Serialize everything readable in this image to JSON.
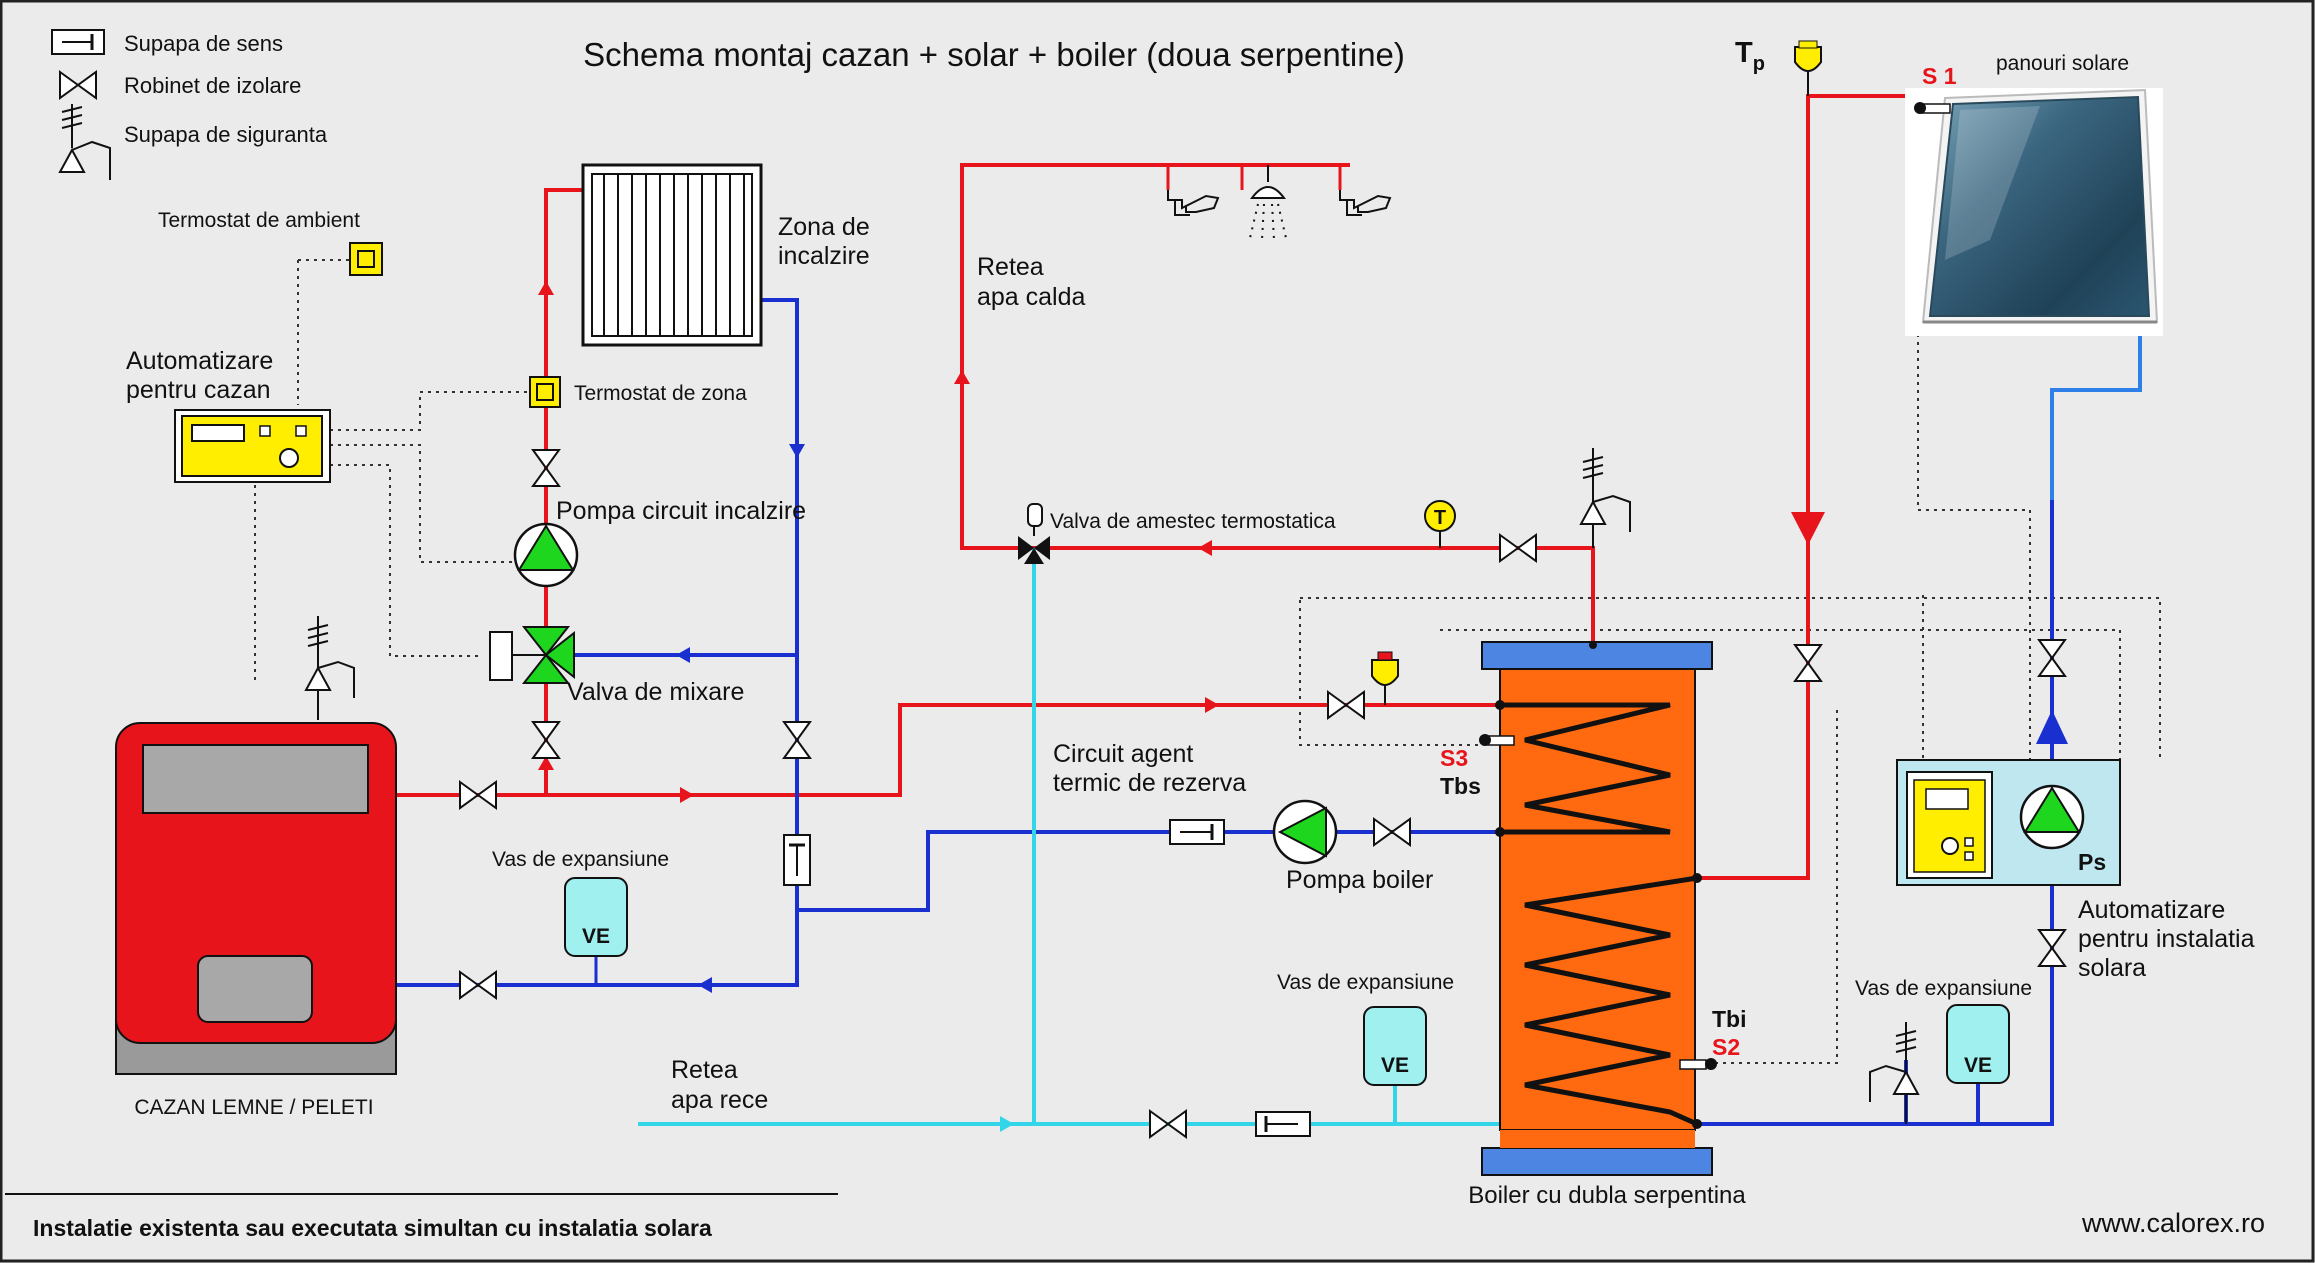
{
  "title": "Schema montaj cazan + solar + boiler (doua serpentine)",
  "legend": {
    "check_valve": "Supapa de sens",
    "isolation_valve": "Robinet de izolare",
    "safety_valve": "Supapa de siguranta"
  },
  "labels": {
    "room_thermostat": "Termostat de ambient",
    "boiler_automation_1": "Automatizare",
    "boiler_automation_2": "pentru cazan",
    "zone_thermostat": "Termostat de zona",
    "heating_zone_1": "Zona de",
    "heating_zone_2": "incalzire",
    "heating_pump": "Pompa circuit incalzire",
    "mixing_valve": "Valva de mixare",
    "expansion_vessel_1": "Vas de expansiune",
    "expansion_vessel_2": "Vas de expansiune",
    "expansion_vessel_3": "Vas de expansiune",
    "ve": "VE",
    "boiler_name": "CAZAN LEMNE / PELETI",
    "hot_water_1": "Retea",
    "hot_water_2": "apa calda",
    "thermo_mixing_valve": "Valva de amestec termostatica",
    "t_gauge": "T",
    "reserve_circuit_1": "Circuit agent",
    "reserve_circuit_2": "termic de rezerva",
    "boiler_pump": "Pompa boiler",
    "cold_water_1": "Retea",
    "cold_water_2": "apa rece",
    "tank_name": "Boiler cu dubla serpentina",
    "tp_main": "T",
    "tp_sub": "p",
    "s1": "S 1",
    "solar_panels": "panouri solare",
    "s3": "S3",
    "tbs": "Tbs",
    "tbi": "Tbi",
    "s2": "S2",
    "ps": "Ps",
    "solar_automation_1": "Automatizare",
    "solar_automation_2": "pentru instalatia",
    "solar_automation_3": "solara"
  },
  "footer": {
    "note": "Instalatie existenta sau executata simultan cu instalatia solara",
    "website": "www.calorex.ro"
  },
  "colors": {
    "hot_pipe": "#e8141b",
    "return_pipe": "#1a2fd0",
    "cold_water_pipe": "#33d6e8",
    "solar_return_pipe": "#2f7fe8",
    "pump": "#1fd61f",
    "tank": "#ff6a10",
    "tank_caps": "#4d86e2",
    "boiler_body": "#e8141b",
    "thermostat": "#ffee00",
    "expansion_vessel": "#9ff0ee",
    "solar_controller": "#bfe7f0"
  }
}
